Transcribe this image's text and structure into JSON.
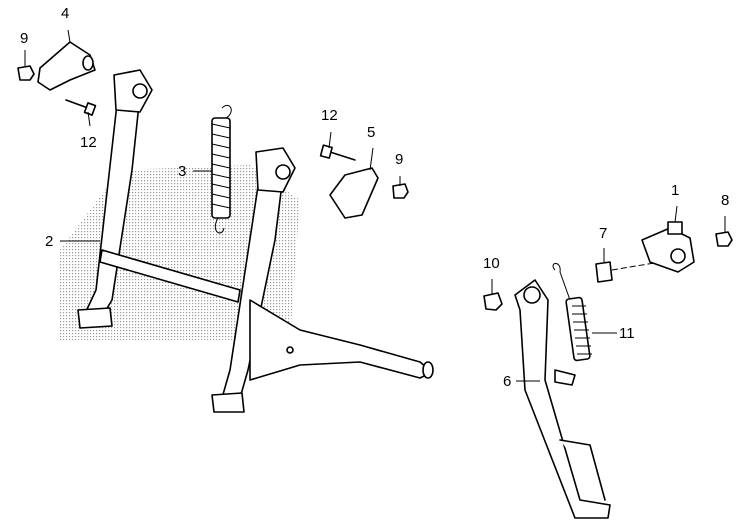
{
  "diagram": {
    "callouts": [
      {
        "id": "c4",
        "number": "4"
      },
      {
        "id": "c9a",
        "number": "9"
      },
      {
        "id": "c12a",
        "number": "12"
      },
      {
        "id": "c3",
        "number": "3"
      },
      {
        "id": "c2",
        "number": "2"
      },
      {
        "id": "c12b",
        "number": "12"
      },
      {
        "id": "c5",
        "number": "5"
      },
      {
        "id": "c9b",
        "number": "9"
      },
      {
        "id": "c1",
        "number": "1"
      },
      {
        "id": "c8",
        "number": "8"
      },
      {
        "id": "c7",
        "number": "7"
      },
      {
        "id": "c10",
        "number": "10"
      },
      {
        "id": "c11",
        "number": "11"
      },
      {
        "id": "c6",
        "number": "6"
      }
    ],
    "colors": {
      "line": "#000000",
      "shade": "#c8c8c8"
    }
  }
}
